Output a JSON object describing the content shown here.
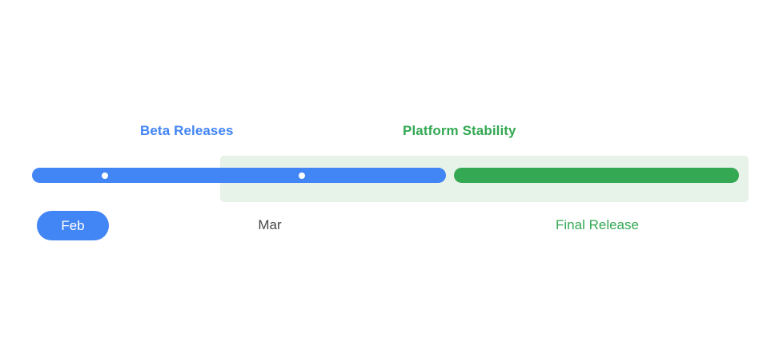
{
  "timeline": {
    "colors": {
      "beta_blue": "#4285F4",
      "stability_green": "#34A853",
      "band_tint": "#E7F2E9",
      "neutral_text": "#444746",
      "background": "#FFFFFF"
    },
    "phases": [
      {
        "label": "Beta Releases",
        "color": "#4285F4"
      },
      {
        "label": "Platform Stability",
        "color": "#34A853"
      }
    ],
    "milestones": [
      {
        "label": "Feb",
        "style": "pill",
        "color": "#4285F4"
      },
      {
        "label": "Mar",
        "style": "text",
        "color": "#444746"
      },
      {
        "label": "Final Release",
        "style": "text",
        "color": "#34A853"
      }
    ],
    "markers": [
      {
        "name": "feb-marker"
      },
      {
        "name": "mar-marker"
      },
      {
        "name": "final-release-marker"
      }
    ]
  }
}
